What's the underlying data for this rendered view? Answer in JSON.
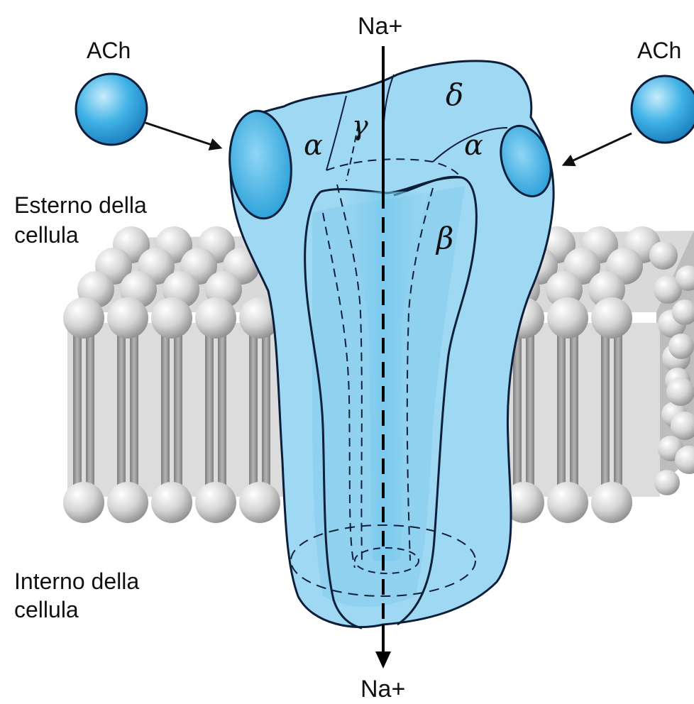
{
  "labels": {
    "ion_top": "Na+",
    "ion_bottom": "Na+",
    "ach_left": "ACh",
    "ach_right": "ACh",
    "outside_line1": "Esterno della",
    "outside_line2": "cellula",
    "inside_line1": "Interno della",
    "inside_line2": "cellula"
  },
  "subunits": {
    "alpha_left": "α",
    "gamma": "γ",
    "delta": "δ",
    "alpha_right": "α",
    "beta": "β"
  },
  "colors": {
    "receptor_fill": "#9fd8f2",
    "receptor_dark": "#4fb8e6",
    "receptor_outline": "#0b1e3a",
    "ach_fill": "#2fa9e3",
    "membrane_head": "#cfcfcf",
    "membrane_tail": "#9a9a9a",
    "text": "#111111"
  }
}
